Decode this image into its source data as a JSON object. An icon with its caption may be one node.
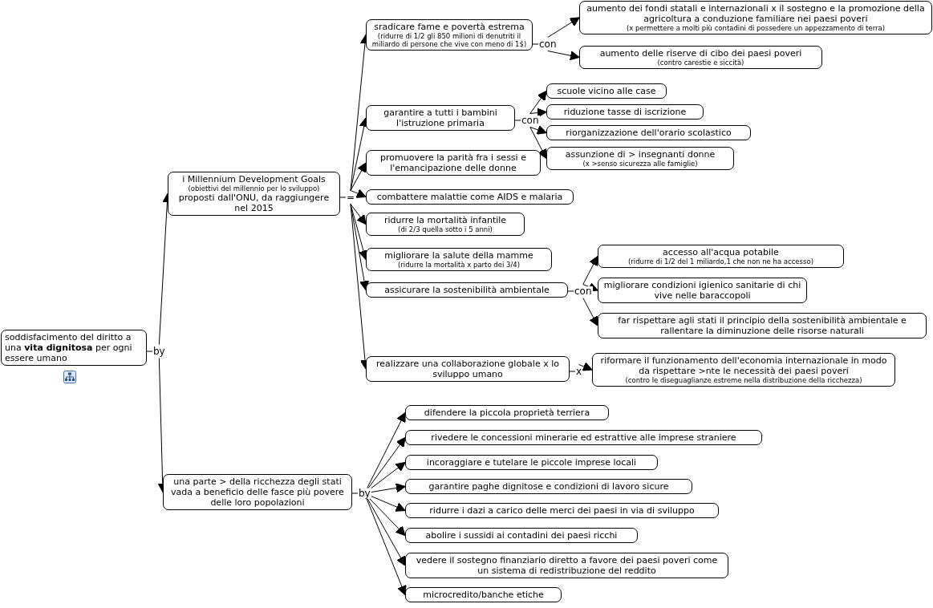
{
  "diagram": {
    "nodes": [
      {
        "text": [
          "soddisfacimento del diritto a una **vita dignitosa** per ogni essere umano"
        ]
      },
      {
        "text": [
          "by"
        ]
      },
      {
        "text": [
          "i Millennium Development Goals",
          "(obiettivi del millennio per lo sviluppo)",
          "proposti dall'ONU, da raggiungere nel 2015"
        ]
      },
      {
        "text": [
          "="
        ]
      },
      {
        "text": [
          "sradicare fame e povertà estrema",
          "(ridurre di 1/2 gli 850 milioni di denutriti il miliardo di persone che vive con meno di 1$)"
        ]
      },
      {
        "text": [
          "con"
        ]
      },
      {
        "text": [
          "aumento dei fondi statali e internazionali x il sostegno e la promozione della agricoltura a conduzione familiare nei paesi poveri",
          "(x permettere a molti più contadini di possedere un appezzamento di terra)"
        ]
      },
      {
        "text": [
          "aumento delle riserve di cibo dei paesi poveri",
          "(contro carestie e siccità)"
        ]
      },
      {
        "text": [
          "garantire a tutti i bambini l'istruzione primaria"
        ]
      },
      {
        "text": [
          "con"
        ]
      },
      {
        "text": [
          "scuole vicino alle case"
        ]
      },
      {
        "text": [
          "riduzione tasse di iscrizione"
        ]
      },
      {
        "text": [
          "riorganizzazione dell'orario scolastico"
        ]
      },
      {
        "text": [
          "assunzione di > insegnanti donne",
          "(x >senso sicurezza alle famiglie)"
        ]
      },
      {
        "text": [
          "promuovere la parità fra i sessi e l'emancipazione delle donne"
        ]
      },
      {
        "text": [
          "combattere malattie come AIDS e malaria"
        ]
      },
      {
        "text": [
          "ridurre la mortalità infantile",
          "(di 2/3 quella sotto i 5 anni)"
        ]
      },
      {
        "text": [
          "migliorare la salute della mamme",
          "(ridurre la mortalità x parto dei 3/4)"
        ]
      },
      {
        "text": [
          "assicurare la sostenibilità ambientale"
        ]
      },
      {
        "text": [
          "con"
        ]
      },
      {
        "text": [
          "accesso all'acqua potabile",
          "(ridurre di 1/2 del 1 miliardo,1 che non ne ha accesso)"
        ]
      },
      {
        "text": [
          "migliorare condizioni igienico sanitarie di chi vive nelle baraccopoli"
        ]
      },
      {
        "text": [
          "far rispettare agli stati il principio della sostenibilità ambientale e rallentare la diminuzione delle risorse naturali"
        ]
      },
      {
        "text": [
          "realizzare una collaborazione globale x lo sviluppo umano"
        ]
      },
      {
        "text": [
          "x"
        ]
      },
      {
        "text": [
          "riformare il funzionamento dell'economia internazionale in modo da rispettare >nte le necessità dei paesi poveri",
          "(contro le diseguaglianze estreme nella distribuzione della ricchezza)"
        ]
      },
      {
        "text": [
          "una parte > della ricchezza degli stati vada a beneficio delle fasce più povere delle loro popolazioni"
        ]
      },
      {
        "text": [
          "by"
        ]
      },
      {
        "text": [
          "difendere la piccola proprietà terriera"
        ]
      },
      {
        "text": [
          "rivedere le concessioni minerarie ed estrattive alle imprese straniere"
        ]
      },
      {
        "text": [
          "incoraggiare e tutelare le piccole imprese locali"
        ]
      },
      {
        "text": [
          "garantire paghe dignitose e condizioni di lavoro sicure"
        ]
      },
      {
        "text": [
          "ridurre i dazi a carico delle merci dei paesi in via di sviluppo"
        ]
      },
      {
        "text": [
          "abolire i sussidi ai contadini dei paesi ricchi"
        ]
      },
      {
        "text": [
          "vedere il sostegno finanziario diretto a favore dei paesi poveri come un sistema di redistribuzione del reddito"
        ]
      },
      {
        "text": [
          "microcredito/banche etiche"
        ]
      }
    ],
    "edges": [
      {
        "from": 0,
        "to": 1,
        "arrow": "none"
      },
      {
        "from": 1,
        "to": 2,
        "arrow": "to"
      },
      {
        "from": 1,
        "to": 26,
        "arrow": "to"
      },
      {
        "from": 2,
        "to": 3,
        "arrow": "none"
      },
      {
        "from": 3,
        "to": 4,
        "arrow": "to"
      },
      {
        "from": 3,
        "to": 8,
        "arrow": "to"
      },
      {
        "from": 3,
        "to": 14,
        "arrow": "to"
      },
      {
        "from": 3,
        "to": 15,
        "arrow": "to"
      },
      {
        "from": 3,
        "to": 16,
        "arrow": "to"
      },
      {
        "from": 3,
        "to": 17,
        "arrow": "to"
      },
      {
        "from": 3,
        "to": 18,
        "arrow": "to"
      },
      {
        "from": 3,
        "to": 23,
        "arrow": "to"
      },
      {
        "from": 4,
        "to": 5,
        "arrow": "none"
      },
      {
        "from": 5,
        "to": 6,
        "arrow": "to"
      },
      {
        "from": 5,
        "to": 7,
        "arrow": "to"
      },
      {
        "from": 8,
        "to": 9,
        "arrow": "none"
      },
      {
        "from": 9,
        "to": 10,
        "arrow": "to"
      },
      {
        "from": 9,
        "to": 11,
        "arrow": "to"
      },
      {
        "from": 9,
        "to": 12,
        "arrow": "to"
      },
      {
        "from": 9,
        "to": 13,
        "arrow": "to"
      },
      {
        "from": 18,
        "to": 19,
        "arrow": "none"
      },
      {
        "from": 19,
        "to": 20,
        "arrow": "to"
      },
      {
        "from": 19,
        "to": 21,
        "arrow": "to"
      },
      {
        "from": 19,
        "to": 22,
        "arrow": "to"
      },
      {
        "from": 23,
        "to": 24,
        "arrow": "none"
      },
      {
        "from": 24,
        "to": 25,
        "arrow": "to"
      },
      {
        "from": 26,
        "to": 27,
        "arrow": "none"
      },
      {
        "from": 27,
        "to": 28,
        "arrow": "to"
      },
      {
        "from": 27,
        "to": 29,
        "arrow": "to"
      },
      {
        "from": 27,
        "to": 30,
        "arrow": "to"
      },
      {
        "from": 27,
        "to": 31,
        "arrow": "to"
      },
      {
        "from": 27,
        "to": 32,
        "arrow": "to"
      },
      {
        "from": 27,
        "to": 33,
        "arrow": "to"
      },
      {
        "from": 27,
        "to": 34,
        "arrow": "to"
      },
      {
        "from": 27,
        "to": 35,
        "arrow": "to"
      }
    ]
  }
}
